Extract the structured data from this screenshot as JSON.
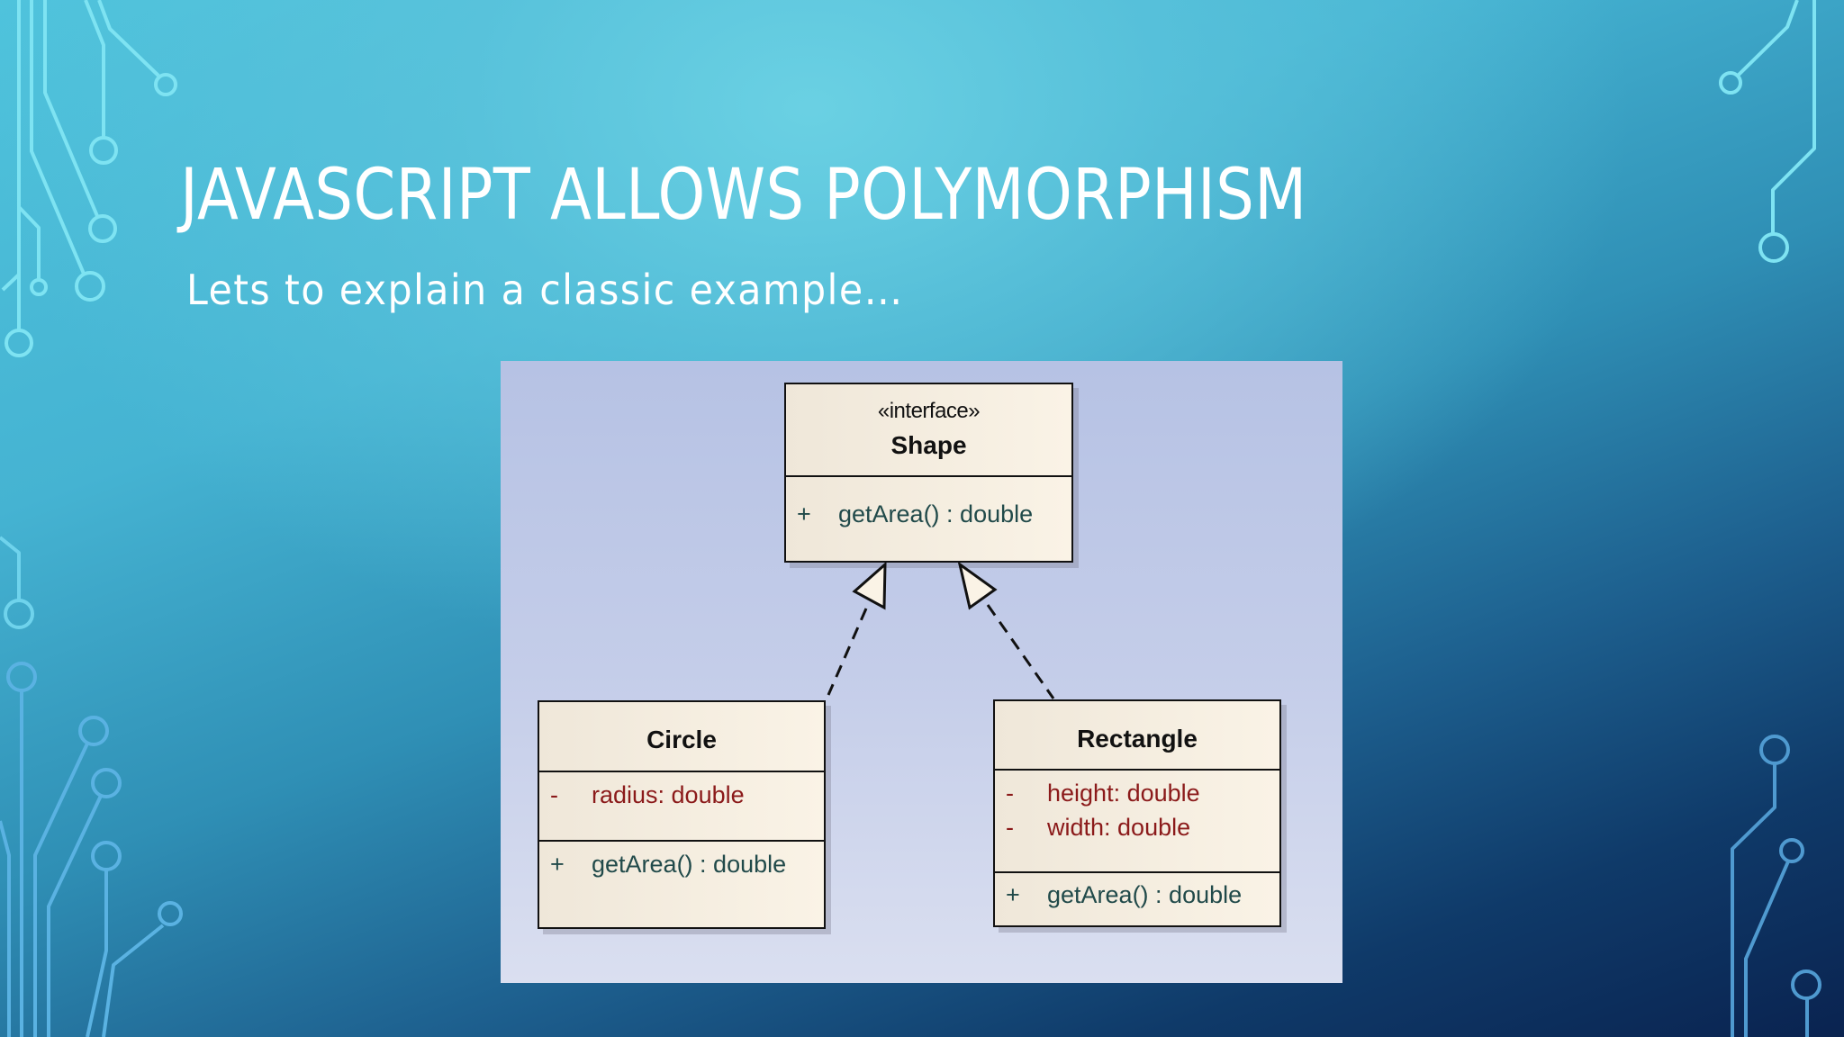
{
  "slide": {
    "title": "JAVASCRIPT ALLOWS POLYMORPHISM",
    "subtitle": "Lets to explain a classic example…"
  },
  "colors": {
    "title_text": "#ffffff",
    "background_top": "#66cde2",
    "background_bottom_right": "#0b2450",
    "circuit_lines": "#7ee3f2",
    "diagram_panel": "#c4cde9",
    "class_fill": "#f6eee0",
    "attribute_text": "#8b1a1a",
    "operation_text": "#214a4a"
  },
  "diagram": {
    "type": "UML class diagram",
    "classes": [
      {
        "id": "shape",
        "stereotype": "«interface»",
        "name": "Shape",
        "attributes": [],
        "operations": [
          {
            "visibility": "+",
            "signature": "getArea() : double"
          }
        ]
      },
      {
        "id": "circle",
        "name": "Circle",
        "attributes": [
          {
            "visibility": "-",
            "signature": "radius:  double"
          }
        ],
        "operations": [
          {
            "visibility": "+",
            "signature": "getArea() : double"
          }
        ]
      },
      {
        "id": "rectangle",
        "name": "Rectangle",
        "attributes": [
          {
            "visibility": "-",
            "signature": "height:  double"
          },
          {
            "visibility": "-",
            "signature": "width:  double"
          }
        ],
        "operations": [
          {
            "visibility": "+",
            "signature": "getArea() : double"
          }
        ]
      }
    ],
    "relationships": [
      {
        "from": "Circle",
        "to": "Shape",
        "kind": "realization"
      },
      {
        "from": "Rectangle",
        "to": "Shape",
        "kind": "realization"
      }
    ]
  }
}
